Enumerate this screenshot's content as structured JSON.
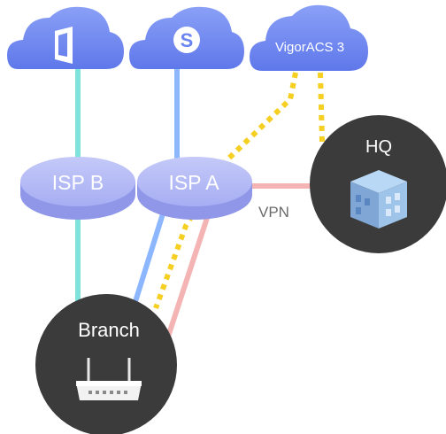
{
  "clouds": [
    {
      "id": "office",
      "icon": "office-icon"
    },
    {
      "id": "skype",
      "icon": "skype-icon"
    },
    {
      "id": "acs",
      "label": "VigorACS 3"
    }
  ],
  "isps": [
    {
      "id": "isp-b",
      "label": "ISP B"
    },
    {
      "id": "isp-a",
      "label": "ISP A"
    }
  ],
  "sites": {
    "hq": {
      "label": "HQ",
      "icon": "building-icon"
    },
    "branch": {
      "label": "Branch",
      "icon": "router-icon"
    }
  },
  "vpn_label": "VPN",
  "colors": {
    "cloud": "#6b86f0",
    "isp_top": "#b6bdf6",
    "isp_side": "#9097e8",
    "site": "#3b3b3b",
    "link_teal": "#7fe3dc",
    "link_blue": "#8cb6ff",
    "link_pink": "#f4b4b4",
    "link_dotted": "#f5cf22"
  }
}
